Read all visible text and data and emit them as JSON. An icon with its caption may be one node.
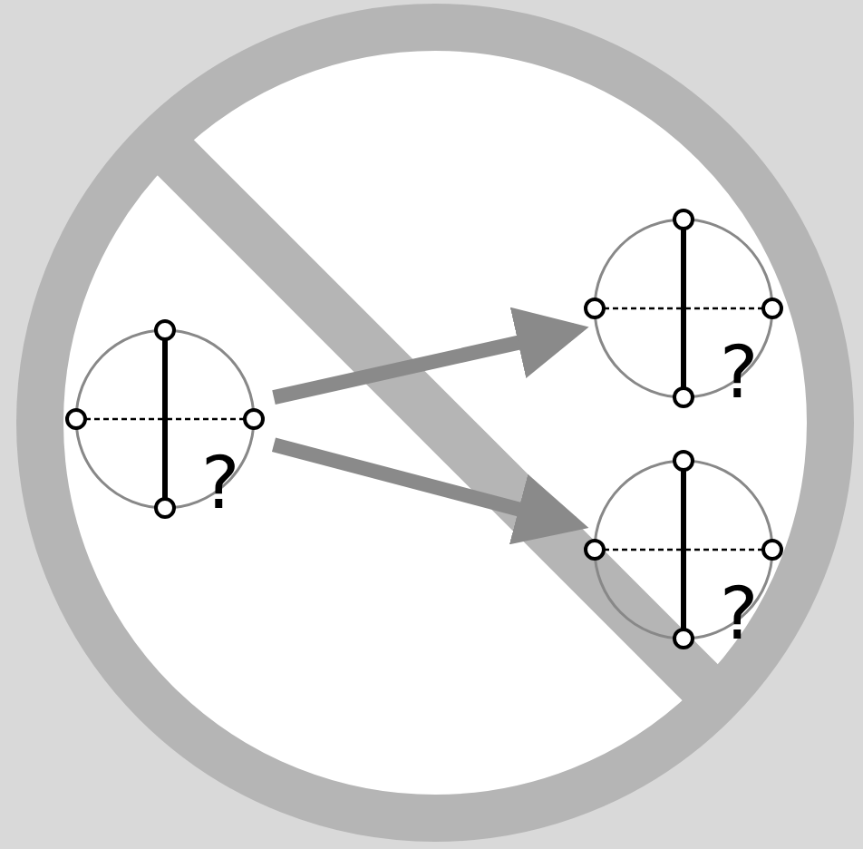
{
  "diagram": {
    "nodes": [
      {
        "text": [
          "?"
        ]
      },
      {
        "text": [
          "?"
        ]
      },
      {
        "text": [
          "?"
        ]
      }
    ],
    "edges": [
      {
        "from": 0,
        "to": 1,
        "arrow": "to"
      },
      {
        "from": 0,
        "to": 2,
        "arrow": "to"
      }
    ]
  }
}
